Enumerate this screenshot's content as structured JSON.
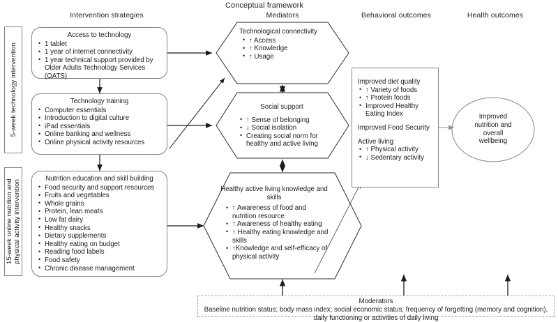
{
  "title": "Conceptual framework",
  "column_headers": [
    {
      "name": "intervention-strategies",
      "label": "Intervention strategies"
    },
    {
      "name": "mediators",
      "label": "Mediators"
    },
    {
      "name": "behavioral-outcomes",
      "label": "Behavioral outcomes"
    },
    {
      "name": "health-outcomes",
      "label": "Health outcomes"
    }
  ],
  "phase_labels": [
    {
      "name": "technology-intervention",
      "label": "5-week technology intervention"
    },
    {
      "name": "nutrition-intervention",
      "label": "15-week online nutrition and physical activity intervention"
    }
  ],
  "strategies": [
    {
      "name": "access-to-technology",
      "title": "Access to technology",
      "items": [
        "1 tablet",
        "1 year of internet connectivity",
        "1 year technical support provided by Older Adults Technology Services (OATS)"
      ]
    },
    {
      "name": "technology-training",
      "title": "Technology training",
      "items": [
        "Computer essentials",
        "Introduction to digital culture",
        "iPad essentials",
        "Online banking and wellness",
        "Online physical activity resources"
      ]
    },
    {
      "name": "nutrition-education",
      "title": "Nutrition education and skill building",
      "items": [
        "Food security and support resources",
        "Fruits and vegetables",
        "Whole grains",
        "Protein, lean meats",
        "Low fat dairy",
        "Healthy snacks",
        "Dietary supplements",
        "Healthy eating on budget",
        "Reading food labels",
        "Food safety",
        "Chronic disease management"
      ]
    }
  ],
  "mediators": [
    {
      "name": "technological-connectivity",
      "title": "Technological connectivity",
      "items": [
        "↑ Access",
        "↑ Knowledge",
        "↑ Usage"
      ]
    },
    {
      "name": "social-support",
      "title": "Social support",
      "items": [
        "↑ Sense of belonging",
        "↓ Social isolation",
        "Creating social norm for healthy and active living"
      ]
    },
    {
      "name": "healthy-active-living",
      "title": "Healthy active living knowledge and skills",
      "items": [
        "↑ Awareness of food and nutrition resource",
        "↑ Awareness of healthy eating",
        "↑ Healthy eating knowledge and skills",
        "↑Knowledge and self-efficacy of physical activity"
      ]
    }
  ],
  "behavioral_outcomes": {
    "name": "behavioral-outcomes-box",
    "groups": [
      {
        "heading": "Improved diet quality",
        "items": [
          "↑ Variety of foods",
          "↑ Protein foods",
          "Improved Healthy Eating Index"
        ]
      },
      {
        "heading": "Improved Food Security",
        "items": []
      },
      {
        "heading": "Active living",
        "items": [
          "↑ Physical activity",
          "↓ Sedentary activity"
        ]
      }
    ]
  },
  "health_outcome": {
    "name": "health-outcome-circle",
    "lines": [
      "Improved",
      "nutrition and",
      "overall",
      "wellbeing"
    ]
  },
  "moderators": {
    "name": "moderators-box",
    "title": "Moderators",
    "line1": "Baseline nutrition status; body mass index; social economic status; frequency of forgetting (memory and cognition),",
    "line2": "daily functioning or activities of daily living"
  },
  "colors": {
    "stroke": "#7b8494",
    "arrow_dark": "#1b1b1b",
    "arrow_blue": "#5a6b8c",
    "text": "#1b1b1b",
    "dashed": "#9aa2b1",
    "background": "#ffffff"
  }
}
